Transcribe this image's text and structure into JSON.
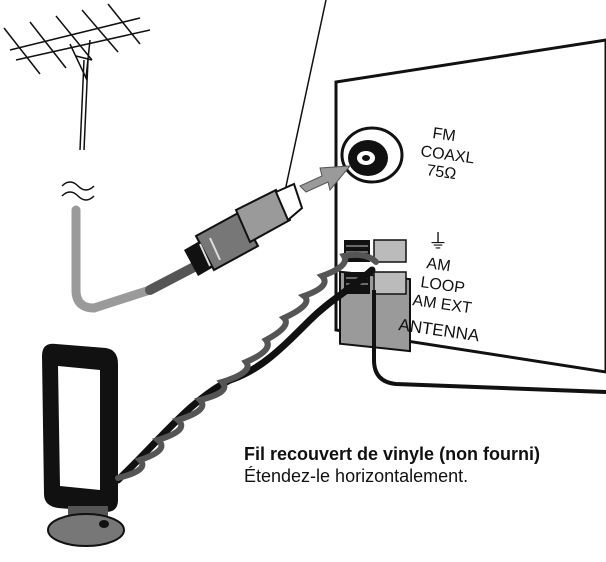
{
  "panel": {
    "fm_line1": "FM",
    "fm_line2": "COAXL",
    "fm_line3": "75Ω",
    "ground_symbol": "⏚",
    "am_line1": "AM",
    "am_line2": "LOOP",
    "am_line3": "AM EXT",
    "antenna_label": "ANTENNA"
  },
  "caption": {
    "title": "Fil recouvert de vinyle (non fourni)",
    "body": "Étendez-le horizontalement."
  },
  "icons": [
    "fm-antenna-icon",
    "am-loop-antenna-icon",
    "coaxial-plug-icon",
    "arrow-icon"
  ],
  "colors": {
    "ink": "#111111",
    "gray": "#9a9a9a",
    "dark_gray": "#555555",
    "panel": "#ffffff"
  }
}
